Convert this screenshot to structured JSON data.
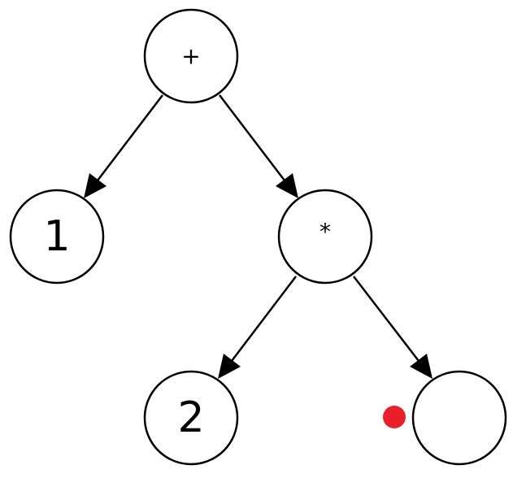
{
  "tree": {
    "nodes": [
      {
        "id": "plus",
        "label": "+"
      },
      {
        "id": "one",
        "label": "1"
      },
      {
        "id": "times",
        "label": "*"
      },
      {
        "id": "two",
        "label": "2"
      },
      {
        "id": "empty",
        "label": ""
      }
    ],
    "edges": [
      {
        "from": "plus",
        "to": "one"
      },
      {
        "from": "plus",
        "to": "times"
      },
      {
        "from": "times",
        "to": "two"
      },
      {
        "from": "times",
        "to": "empty"
      }
    ],
    "marker": {
      "near": "empty",
      "color": "#e8202a"
    }
  },
  "colors": {
    "stroke": "#000000",
    "background": "#ffffff",
    "marker": "#e8202a"
  }
}
